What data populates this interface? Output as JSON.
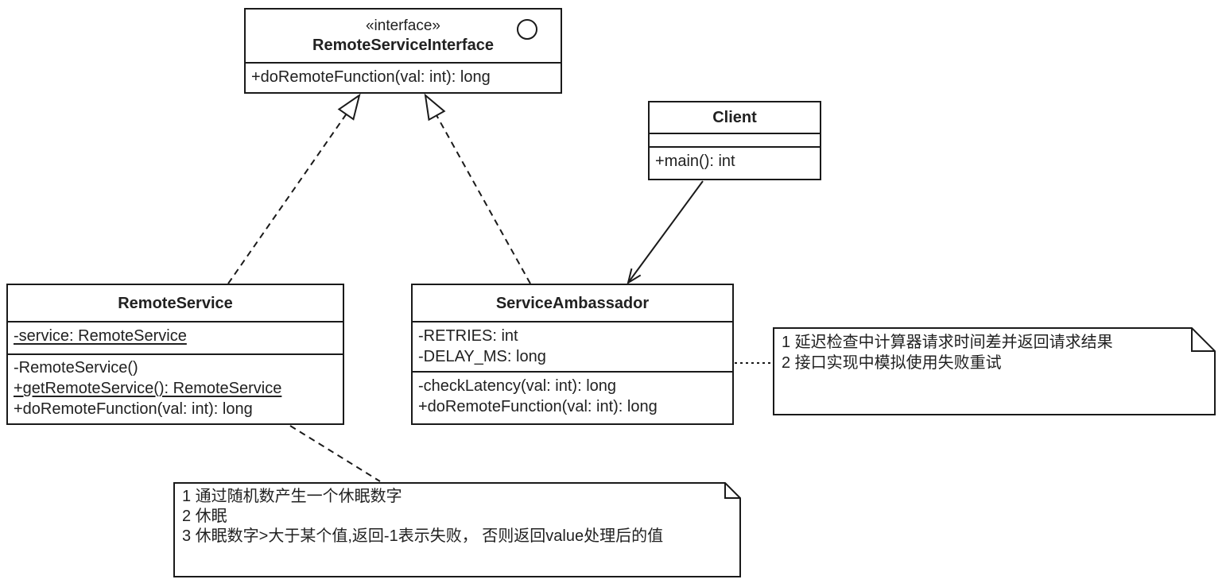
{
  "diagram": {
    "colors": {
      "background": "#ffffff",
      "stroke": "#1a1a1a",
      "text": "#212121",
      "shape_fill": "#ffffff"
    },
    "classes": {
      "remote_service_interface": {
        "stereotype": "«interface»",
        "name": "RemoteServiceInterface",
        "icon": "interface-ball-icon",
        "attributes": [],
        "methods": [
          {
            "text": "+doRemoteFunction(val: int): long",
            "underline": false
          }
        ]
      },
      "client": {
        "name": "Client",
        "attributes": [],
        "methods": [
          {
            "text": "+main(): int",
            "underline": false
          }
        ]
      },
      "remote_service": {
        "name": "RemoteService",
        "attributes": [
          {
            "text": "-service: RemoteService",
            "underline": true
          }
        ],
        "methods": [
          {
            "text": "-RemoteService()",
            "underline": false
          },
          {
            "text": "+getRemoteService(): RemoteService",
            "underline": true
          },
          {
            "text": "+doRemoteFunction(val: int): long",
            "underline": false
          }
        ]
      },
      "service_ambassador": {
        "name": "ServiceAmbassador",
        "attributes": [
          {
            "text": "-RETRIES: int",
            "underline": false
          },
          {
            "text": "-DELAY_MS: long",
            "underline": false
          }
        ],
        "methods": [
          {
            "text": "-checkLatency(val: int): long",
            "underline": false
          },
          {
            "text": "+doRemoteFunction(val: int): long",
            "underline": false
          }
        ]
      }
    },
    "notes": {
      "ambassador_note": {
        "lines": [
          "1 延迟检查中计算器请求时间差并返回请求结果",
          "2 接口实现中模拟使用失败重试"
        ]
      },
      "remote_service_note": {
        "lines": [
          "1 通过随机数产生一个休眠数字",
          "2 休眠",
          "3 休眠数字>大于某个值,返回-1表示失败， 否则返回value处理后的值"
        ]
      }
    },
    "relationships": [
      {
        "type": "realization",
        "from": "RemoteService",
        "to": "RemoteServiceInterface",
        "line": "dashed",
        "arrowhead": "hollow-triangle"
      },
      {
        "type": "realization",
        "from": "ServiceAmbassador",
        "to": "RemoteServiceInterface",
        "line": "dashed",
        "arrowhead": "hollow-triangle"
      },
      {
        "type": "association",
        "from": "Client",
        "to": "ServiceAmbassador",
        "line": "solid",
        "arrowhead": "open-arrow"
      },
      {
        "type": "note-link",
        "from": "ServiceAmbassador",
        "to": "ambassador_note",
        "line": "dotted",
        "arrowhead": "none"
      },
      {
        "type": "note-link",
        "from": "RemoteService",
        "to": "remote_service_note",
        "line": "dashed",
        "arrowhead": "none"
      }
    ]
  }
}
